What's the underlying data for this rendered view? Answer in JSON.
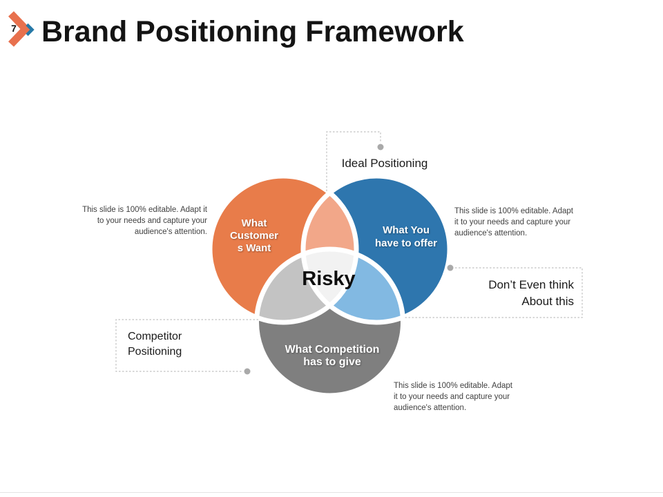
{
  "slide": {
    "number": "7",
    "title": "Brand Positioning Framework"
  },
  "colors": {
    "chevron_orange": "#E8714E",
    "chevron_blue": "#2779A7",
    "orange": "#E87C4A",
    "peach": "#F2A789",
    "blue": "#2E76AE",
    "light_blue": "#82B9E2",
    "gray": "#7F7F7F",
    "light_gray": "#C3C3C3",
    "center_fill": "#F2F2F2",
    "connector_gray": "#C0C0C0",
    "dot_gray": "#A9A9A9"
  },
  "venn": {
    "center_label": "Risky",
    "circles": [
      {
        "id": "customers",
        "lines": [
          "What",
          "Customer",
          "s Want"
        ]
      },
      {
        "id": "offer",
        "lines": [
          "What You",
          "have to offer"
        ]
      },
      {
        "id": "competition",
        "lines": [
          "What Competition",
          "has to give"
        ]
      }
    ]
  },
  "callouts": {
    "ideal": "Ideal Positioning",
    "dont": {
      "lines": [
        "Don’t Even think",
        "About this"
      ]
    },
    "competitor": {
      "lines": [
        "Competitor",
        "Positioning"
      ]
    }
  },
  "notes": {
    "left": {
      "lines": [
        "This slide is 100% editable. Adapt it",
        "to your needs and capture your",
        "audience's attention."
      ]
    },
    "right": {
      "lines": [
        "This slide is 100% editable. Adapt",
        "it to your needs and capture your",
        "audience's attention."
      ]
    },
    "bottom": {
      "lines": [
        "This slide is 100% editable. Adapt",
        "it to your needs and capture your",
        "audience's attention."
      ]
    }
  }
}
